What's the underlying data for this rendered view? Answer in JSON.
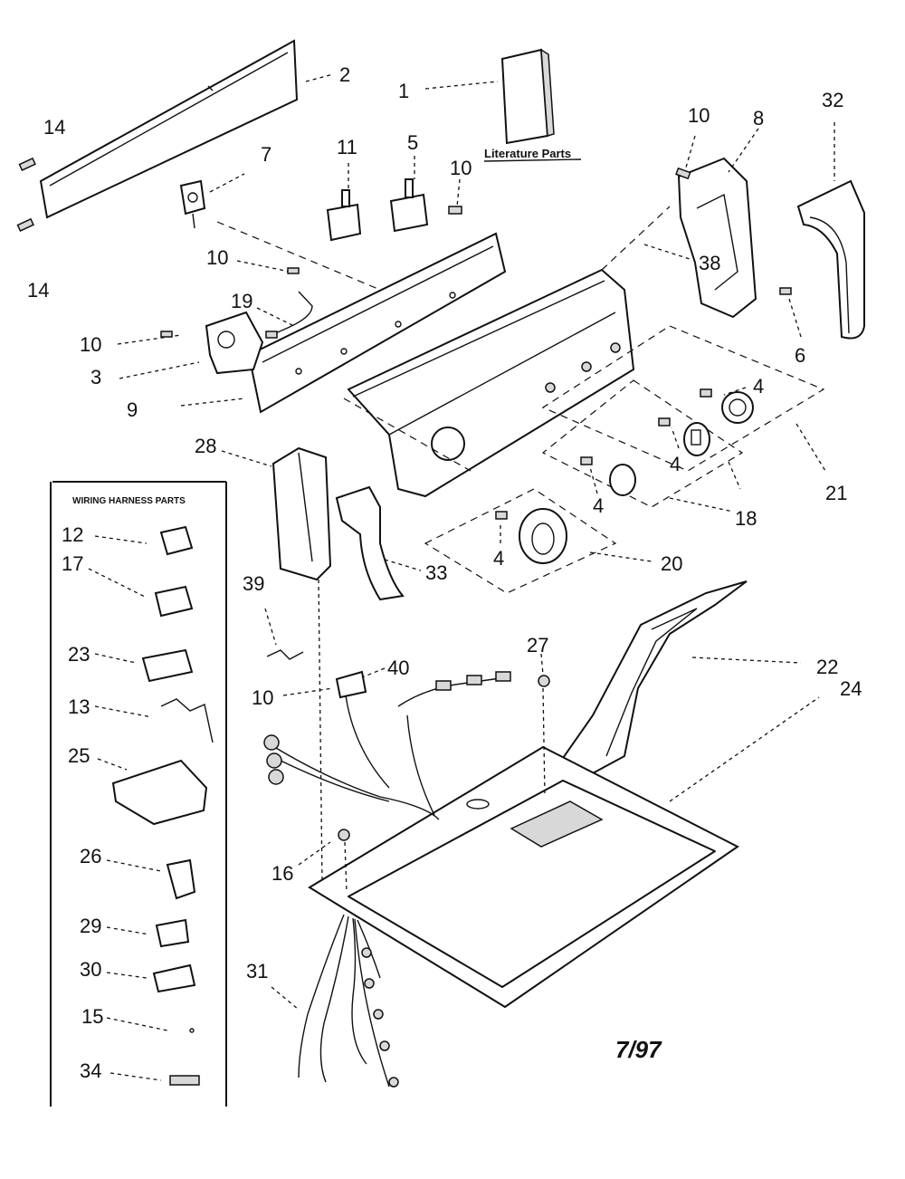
{
  "diagram": {
    "date_code": "7/97",
    "literature_label": "Literature Parts",
    "harness_box_title": "WIRING HARNESS PARTS",
    "callouts": {
      "c1": "1",
      "c2": "2",
      "c3": "3",
      "c4a": "4",
      "c4b": "4",
      "c4c": "4",
      "c4d": "4",
      "c5": "5",
      "c6": "6",
      "c7": "7",
      "c8": "8",
      "c9": "9",
      "c10a": "10",
      "c10b": "10",
      "c10c": "10",
      "c10d": "10",
      "c10e": "10",
      "c11": "11",
      "c12": "12",
      "c13": "13",
      "c14a": "14",
      "c14b": "14",
      "c15": "15",
      "c16": "16",
      "c17": "17",
      "c18": "18",
      "c19": "19",
      "c20": "20",
      "c21": "21",
      "c22": "22",
      "c23": "23",
      "c24": "24",
      "c25": "25",
      "c26": "26",
      "c27": "27",
      "c28": "28",
      "c29": "29",
      "c30": "30",
      "c31": "31",
      "c32": "32",
      "c33": "33",
      "c34": "34",
      "c38": "38",
      "c39": "39",
      "c40": "40"
    }
  }
}
